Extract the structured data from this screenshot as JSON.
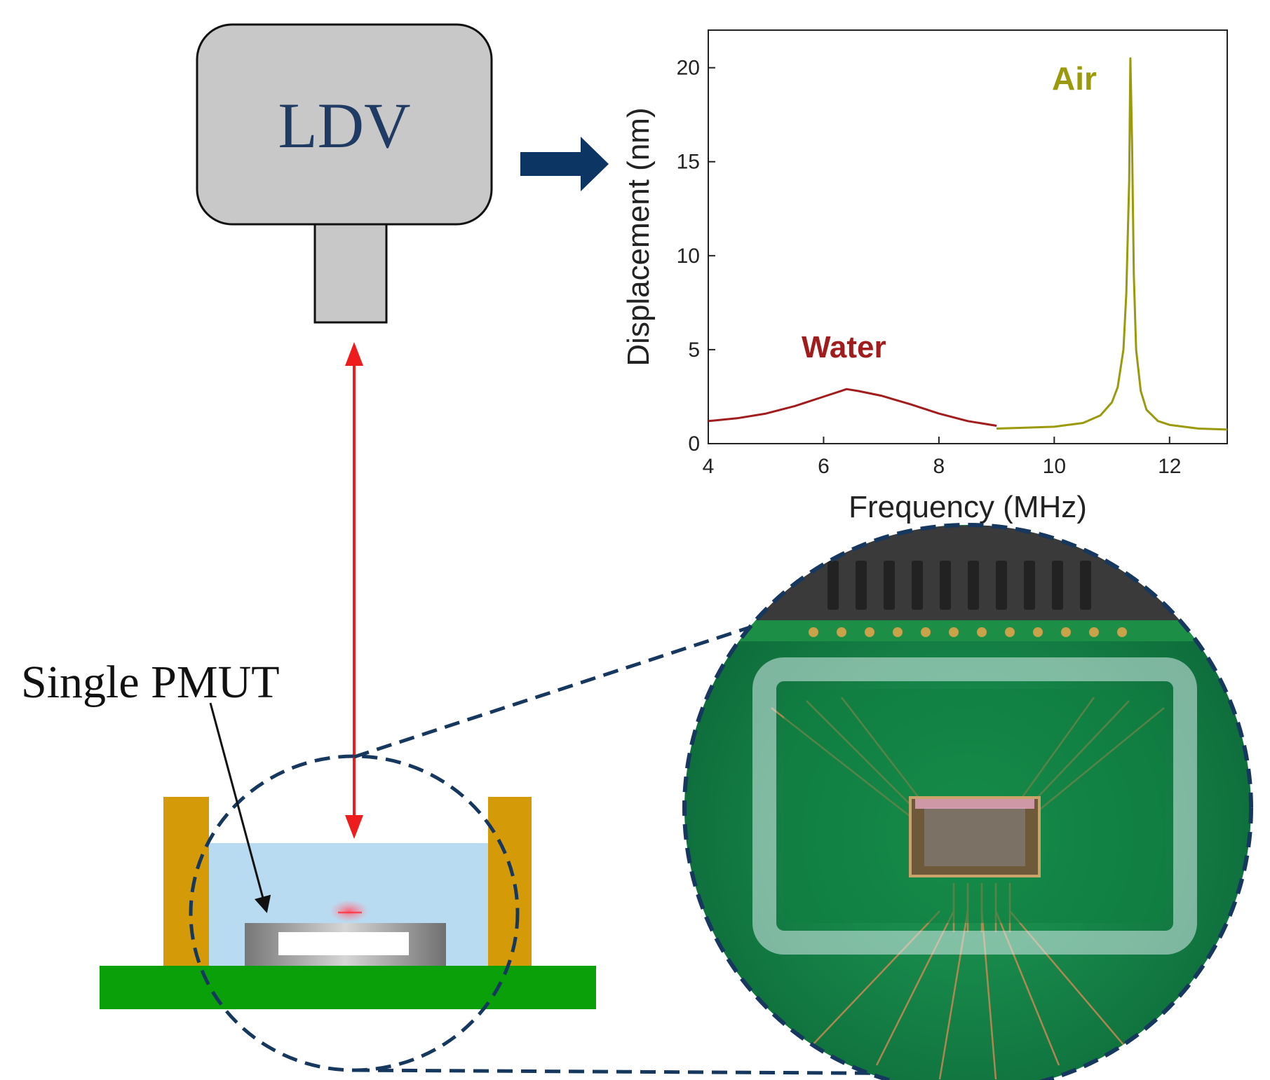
{
  "ldv": {
    "label": "LDV"
  },
  "pmut": {
    "label": "Single PMUT"
  },
  "colors": {
    "ldv_box": "#c8c8c8",
    "ldv_text": "#1f3b63",
    "arrow_navy": "#0d3564",
    "beam_red": "#ee1c1c",
    "water_fill": "#b9dbf1",
    "wall_gold": "#d49a08",
    "substrate_green": "#0aa00a",
    "water_curve": "#a11d1d",
    "air_curve": "#9a9a0c",
    "dash_navy": "#16375e"
  },
  "chart_data": {
    "type": "line",
    "xlabel": "Frequency (MHz)",
    "ylabel": "Displacement (nm)",
    "xlim": [
      4,
      13
    ],
    "ylim": [
      0,
      22
    ],
    "xticks": [
      4,
      6,
      8,
      10,
      12
    ],
    "yticks": [
      0,
      5,
      10,
      15,
      20
    ],
    "grid": false,
    "series": [
      {
        "name": "Water",
        "x": [
          4.0,
          4.5,
          5.0,
          5.5,
          6.0,
          6.3,
          6.4,
          6.6,
          7.0,
          7.5,
          8.0,
          8.5,
          9.0
        ],
        "y": [
          1.2,
          1.35,
          1.6,
          2.0,
          2.5,
          2.8,
          2.9,
          2.8,
          2.55,
          2.1,
          1.6,
          1.2,
          0.95
        ]
      },
      {
        "name": "Air",
        "x": [
          9.0,
          9.5,
          10.0,
          10.5,
          10.8,
          11.0,
          11.1,
          11.2,
          11.25,
          11.3,
          11.32,
          11.35,
          11.38,
          11.42,
          11.5,
          11.6,
          11.8,
          12.0,
          12.5,
          13.0
        ],
        "y": [
          0.8,
          0.85,
          0.9,
          1.1,
          1.5,
          2.2,
          3.0,
          5.0,
          8.0,
          14.0,
          20.5,
          16.0,
          9.0,
          5.0,
          2.8,
          1.8,
          1.2,
          1.0,
          0.8,
          0.75
        ]
      }
    ]
  }
}
